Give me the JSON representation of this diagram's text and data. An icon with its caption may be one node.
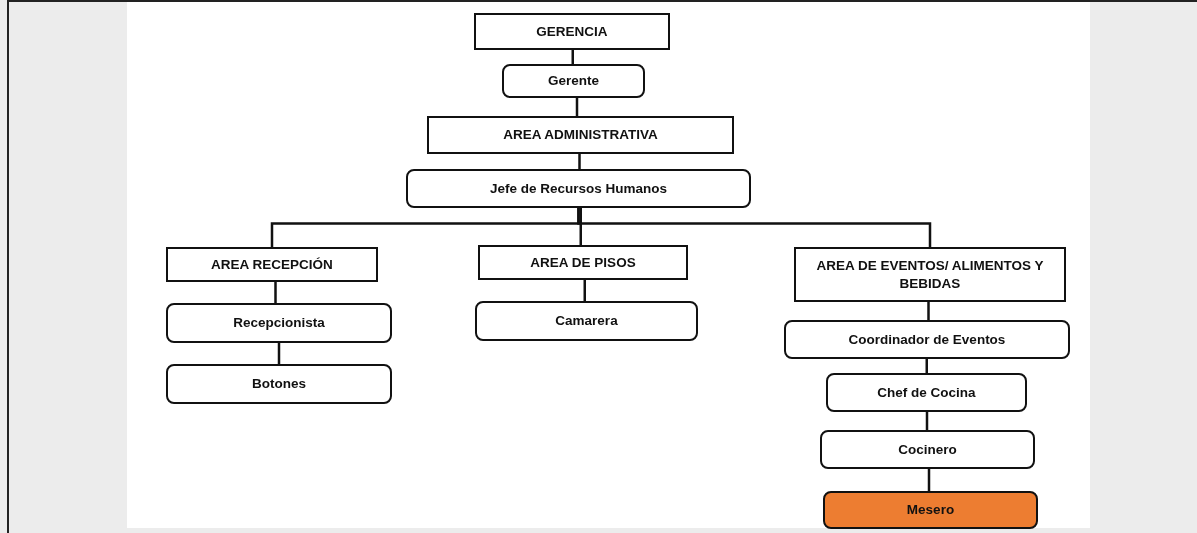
{
  "diagram": {
    "nodes": [
      {
        "text": [
          "GERENCIA"
        ]
      },
      {
        "text": [
          "Gerente"
        ]
      },
      {
        "text": [
          "AREA ADMINISTRATIVA"
        ]
      },
      {
        "text": [
          "Jefe de Recursos Humanos"
        ]
      },
      {
        "text": [
          "AREA RECEPCIÓN"
        ]
      },
      {
        "text": [
          "AREA DE PISOS"
        ]
      },
      {
        "text": [
          "AREA DE EVENTOS/ ALIMENTOS Y BEBIDAS"
        ]
      },
      {
        "text": [
          "Recepcionista"
        ]
      },
      {
        "text": [
          "Botones"
        ]
      },
      {
        "text": [
          "Camarera"
        ]
      },
      {
        "text": [
          "Coordinador de Eventos"
        ]
      },
      {
        "text": [
          "Chef de Cocina"
        ]
      },
      {
        "text": [
          "Cocinero"
        ]
      },
      {
        "text": [
          "Mesero"
        ]
      }
    ],
    "edges": [
      {
        "from": 0,
        "to": 1,
        "arrow": "none"
      },
      {
        "from": 1,
        "to": 2,
        "arrow": "none"
      },
      {
        "from": 2,
        "to": 3,
        "arrow": "none"
      },
      {
        "from": 3,
        "to": 4,
        "arrow": "none"
      },
      {
        "from": 3,
        "to": 5,
        "arrow": "none"
      },
      {
        "from": 3,
        "to": 6,
        "arrow": "none"
      },
      {
        "from": 4,
        "to": 7,
        "arrow": "none"
      },
      {
        "from": 7,
        "to": 8,
        "arrow": "none"
      },
      {
        "from": 5,
        "to": 9,
        "arrow": "none"
      },
      {
        "from": 6,
        "to": 10,
        "arrow": "none"
      },
      {
        "from": 10,
        "to": 11,
        "arrow": "none"
      },
      {
        "from": 11,
        "to": 12,
        "arrow": "none"
      },
      {
        "from": 12,
        "to": 13,
        "arrow": "none"
      }
    ]
  }
}
